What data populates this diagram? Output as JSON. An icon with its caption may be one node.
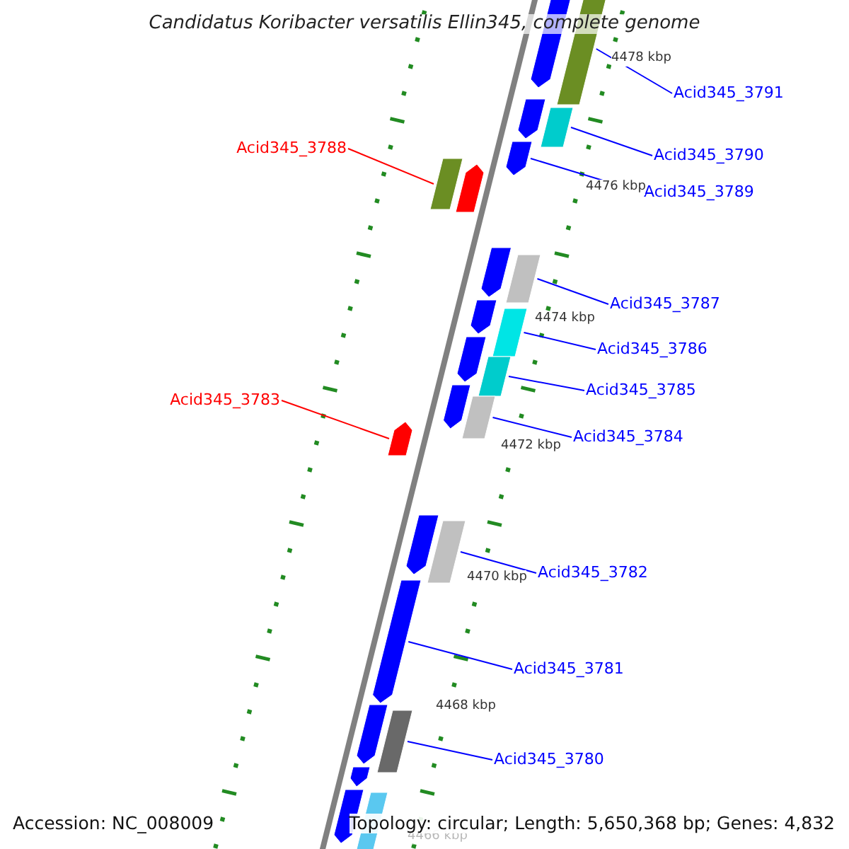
{
  "diagram": {
    "title": "Candidatus Koribacter versatilis Ellin345, complete genome",
    "nodes": [
      {
        "text": [
          "Acid345_3791"
        ]
      },
      {
        "text": [
          "Acid345_3790"
        ]
      },
      {
        "text": [
          "Acid345_3789"
        ]
      },
      {
        "text": [
          "Acid345_3788"
        ]
      },
      {
        "text": [
          "Acid345_3787"
        ]
      },
      {
        "text": [
          "Acid345_3786"
        ]
      },
      {
        "text": [
          "Acid345_3785"
        ]
      },
      {
        "text": [
          "Acid345_3784"
        ]
      },
      {
        "text": [
          "Acid345_3783"
        ]
      },
      {
        "text": [
          "Acid345_3782"
        ]
      },
      {
        "text": [
          "Acid345_3781"
        ]
      },
      {
        "text": [
          "Acid345_3780"
        ]
      },
      {
        "text": [],
        "shape": "bar"
      },
      {
        "text": [],
        "shape": "bar"
      },
      {
        "text": [],
        "shape": "bar"
      },
      {
        "text": [],
        "shape": "bar"
      },
      {
        "text": [],
        "shape": "bar"
      },
      {
        "text": [],
        "shape": "bar"
      },
      {
        "text": [],
        "shape": "bar"
      },
      {
        "text": [],
        "shape": "bar"
      },
      {
        "text": [],
        "shape": "bar"
      },
      {
        "text": [],
        "shape": "bar"
      },
      {
        "text": [],
        "shape": "bar"
      },
      {
        "text": [],
        "shape": "bar"
      },
      {
        "text": [],
        "shape": "bar"
      },
      {
        "text": [],
        "shape": "bar"
      },
      {
        "text": [],
        "shape": "bar"
      },
      {
        "text": [],
        "shape": "bar"
      },
      {
        "text": [],
        "shape": "bar"
      },
      {
        "text": [],
        "shape": "bar"
      },
      {
        "text": [],
        "shape": "bar"
      },
      {
        "text": [],
        "shape": "bar"
      },
      {
        "text": [],
        "shape": "bar"
      },
      {
        "text": [],
        "shape": "bar"
      },
      {
        "text": [],
        "shape": "bar"
      },
      {
        "text": [],
        "shape": "bar"
      },
      {
        "text": [],
        "shape": "bar"
      }
    ],
    "edges": [
      {
        "from": 0,
        "to": 12,
        "arrow": "none"
      },
      {
        "from": 1,
        "to": 13,
        "arrow": "none"
      },
      {
        "from": 2,
        "to": 14,
        "arrow": "none"
      },
      {
        "from": 3,
        "to": 15,
        "arrow": "none",
        "color": "#ff0000"
      },
      {
        "from": 4,
        "to": 16,
        "arrow": "none"
      },
      {
        "from": 5,
        "to": 17,
        "arrow": "none"
      },
      {
        "from": 6,
        "to": 18,
        "arrow": "none"
      },
      {
        "from": 7,
        "to": 19,
        "arrow": "none"
      },
      {
        "from": 8,
        "to": 20,
        "arrow": "none",
        "color": "#ff0000"
      },
      {
        "from": 9,
        "to": 21,
        "arrow": "none"
      },
      {
        "from": 10,
        "to": 22,
        "arrow": "none"
      },
      {
        "from": 11,
        "to": 23,
        "arrow": "none"
      }
    ],
    "labels": [
      "4478 kbp",
      "4476 kbp",
      "4474 kbp",
      "4472 kbp",
      "4470 kbp",
      "4468 kbp",
      "4466 kbp",
      "Accession: NC_008009",
      "Topology: circular; Length: 5,650,368 bp; Genes: 4,832"
    ]
  }
}
